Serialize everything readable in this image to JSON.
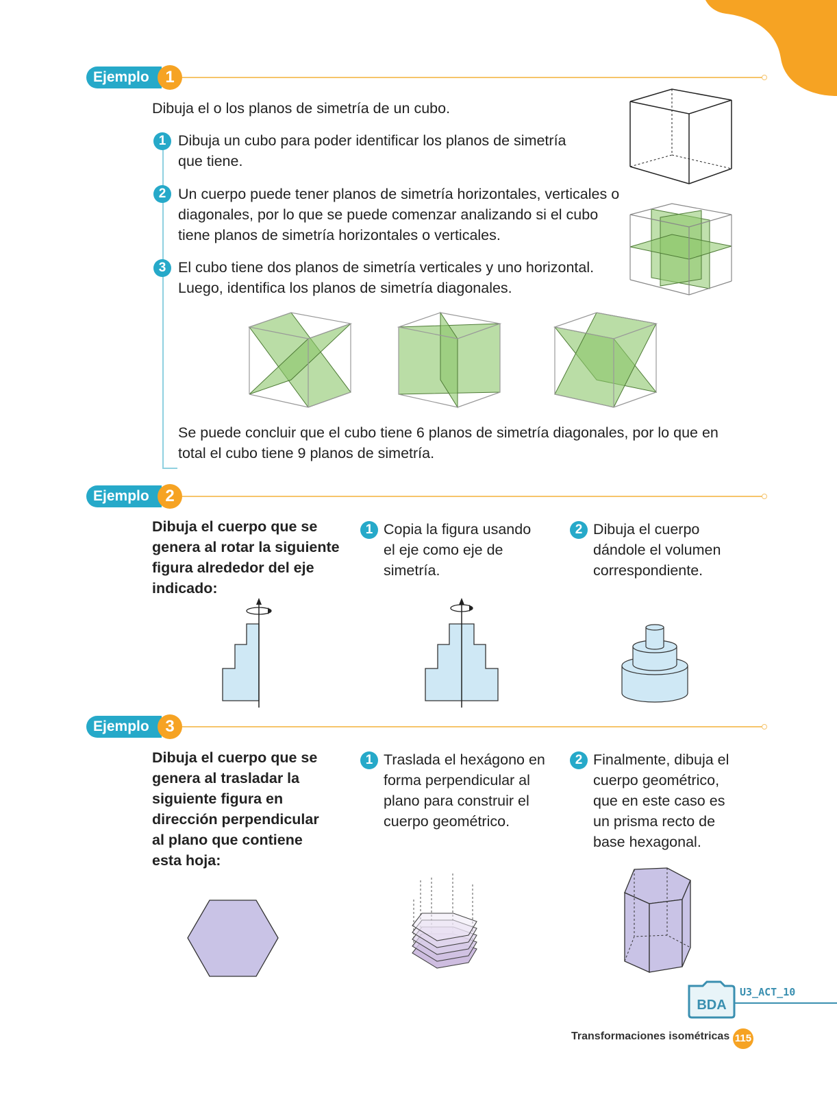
{
  "ex1": {
    "badge": "Ejemplo",
    "number": "1",
    "title": "Dibuja el o los planos de simetría de un cubo.",
    "steps": [
      {
        "num": "1",
        "text": "Dibuja un cubo para poder identificar los planos de simetría que tiene."
      },
      {
        "num": "2",
        "text": "Un cuerpo puede tener planos de simetría horizontales, verticales o diagonales, por lo que se puede comenzar analizando si el cubo tiene planos de simetría horizontales o verticales."
      },
      {
        "num": "3",
        "text": "El cubo tiene dos planos de simetría verticales y uno horizontal. Luego, identifica los planos de simetría diagonales."
      }
    ],
    "conclusion": "Se puede concluir que el cubo tiene 6 planos de simetría diagonales, por lo que en total el cubo tiene 9 planos de simetría."
  },
  "ex2": {
    "badge": "Ejemplo",
    "number": "2",
    "prompt": "Dibuja el cuerpo que se genera al rotar la siguiente figura alrededor del eje indicado:",
    "steps": [
      {
        "num": "1",
        "text": "Copia la figura usando el eje como eje de simetría."
      },
      {
        "num": "2",
        "text": "Dibuja el cuerpo dándole el volumen correspondiente."
      }
    ]
  },
  "ex3": {
    "badge": "Ejemplo",
    "number": "3",
    "prompt": "Dibuja el cuerpo que se genera al trasladar la siguiente figura en dirección perpendicular al plano que contiene esta hoja:",
    "steps": [
      {
        "num": "1",
        "text": "Traslada el hexágono en forma perpendicular al plano para construir el cuerpo geométrico."
      },
      {
        "num": "2",
        "text": "Finalmente, dibuja el cuerpo geométrico, que en este caso es un prisma recto de base hexagonal."
      }
    ]
  },
  "footer": {
    "section": "Transformaciones isométricas",
    "page": "115",
    "bda_label": "BDA",
    "bda_code": "U3_ACT_10"
  },
  "colors": {
    "accent_blue": "#26a9c9",
    "accent_orange": "#f6a323",
    "plane_green": "#8cc66a",
    "solid_blue": "#cfe8f5",
    "hex_purple": "#c9c3e6"
  }
}
